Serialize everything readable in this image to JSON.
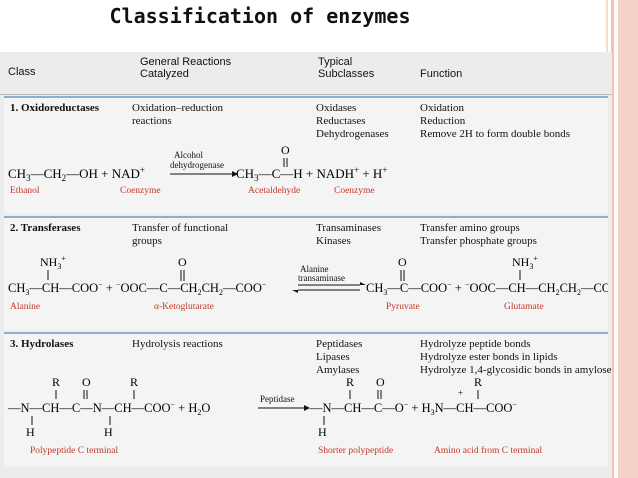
{
  "title": "Classification of enzymes",
  "header": {
    "class": "Class",
    "general": [
      "General Reactions",
      "Catalyzed"
    ],
    "typical": [
      "Typical",
      "Subclasses"
    ],
    "function": "Function"
  },
  "rows": [
    {
      "name": "1. Oxidoreductases",
      "general": [
        "Oxidation–reduction",
        "reactions"
      ],
      "subclasses": [
        "Oxidases",
        "Reductases",
        "Dehydrogenases"
      ],
      "functions": [
        "Oxidation",
        "Reduction",
        "Remove 2H to form double bonds"
      ],
      "enzyme": [
        "Alcohol",
        "dehydrogenase"
      ],
      "labels": [
        "Ethanol",
        "Coenzyme",
        "Acetaldehyde",
        "Coenzyme"
      ]
    },
    {
      "name": "2. Transferases",
      "general": [
        "Transfer of functional",
        "groups"
      ],
      "subclasses": [
        "Transaminases",
        "Kinases"
      ],
      "functions": [
        "Transfer amino groups",
        "Transfer phosphate groups"
      ],
      "enzyme": [
        "Alanine",
        "transaminase"
      ],
      "labels": [
        "Alanine",
        "α-Ketoglutarate",
        "Pyruvate",
        "Glutamate"
      ]
    },
    {
      "name": "3. Hydrolases",
      "general": [
        "Hydrolysis reactions"
      ],
      "subclasses": [
        "Peptidases",
        "Lipases",
        "Amylases"
      ],
      "functions": [
        "Hydrolyze peptide bonds",
        "Hydrolyze ester bonds in lipids",
        "Hydrolyze 1,4-glycosidic bonds in amylose"
      ],
      "enzyme": [
        "Peptidase"
      ],
      "labels": [
        "Polypeptide C terminal",
        "Shorter polypeptide",
        "Amino acid from C terminal"
      ]
    }
  ]
}
